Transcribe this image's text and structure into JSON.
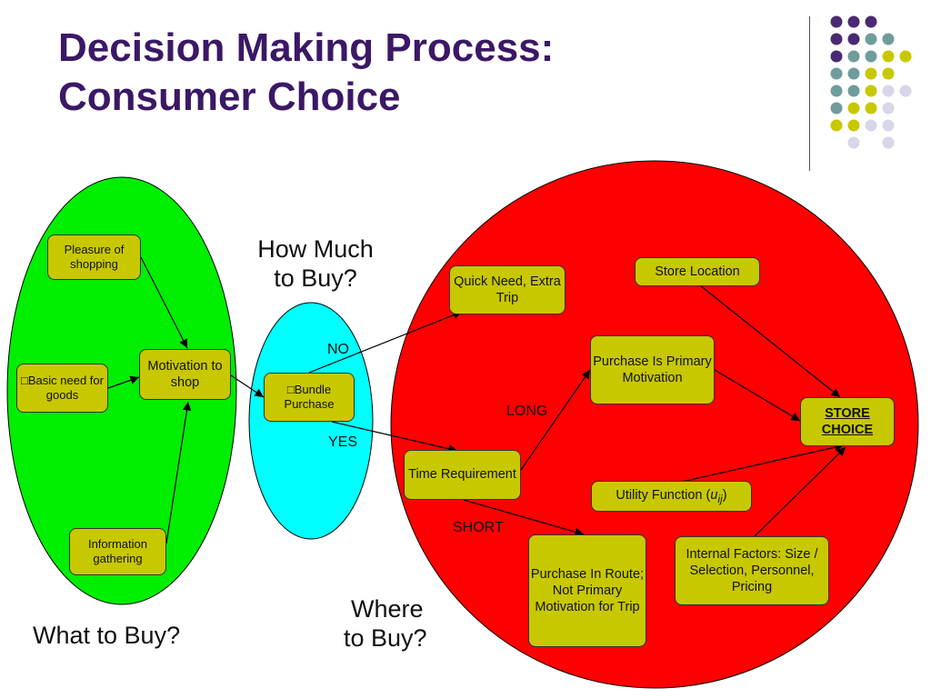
{
  "title": {
    "line1": "Decision Making Process:",
    "line2": "Consumer Choice"
  },
  "colors": {
    "title": "#3b1866",
    "green_region": "#00ee00",
    "cyan_region": "#00ffff",
    "red_region": "#ff0000",
    "box_fill": "#c8c800",
    "dot_purple": "#4a2a72",
    "dot_teal": "#6f9c9c",
    "dot_yellow": "#c8c800",
    "dot_lavender": "#d7d7ea"
  },
  "boxes": {
    "pleasure": "Pleasure of shopping",
    "basic_need": "Basic need for goods",
    "info_gathering": "Information gathering",
    "motivation": "Motivation to shop",
    "bundle": "Bundle Purchase",
    "quick_need": "Quick Need, Extra Trip",
    "store_location": "Store Location",
    "purchase_primary": "Purchase Is Primary Motivation",
    "store_choice": "STORE CHOICE",
    "time_requirement": "Time Requirement",
    "utility_function": "Utility Function (",
    "utility_var": "u",
    "utility_sub": "ij",
    "utility_close": ")",
    "purchase_in_route": "Purchase In Route; Not Primary Motivation for Trip",
    "internal_factors": "Internal Factors: Size / Selection, Personnel, Pricing"
  },
  "bullet_glyph": "□",
  "labels": {
    "no": "NO",
    "yes": "YES",
    "long": "LONG",
    "short": "SHORT"
  },
  "region_labels": {
    "what": "What to Buy?",
    "how_much_1": "How Much",
    "how_much_2": "to Buy?",
    "where_1": "Where",
    "where_2": "to Buy?"
  }
}
